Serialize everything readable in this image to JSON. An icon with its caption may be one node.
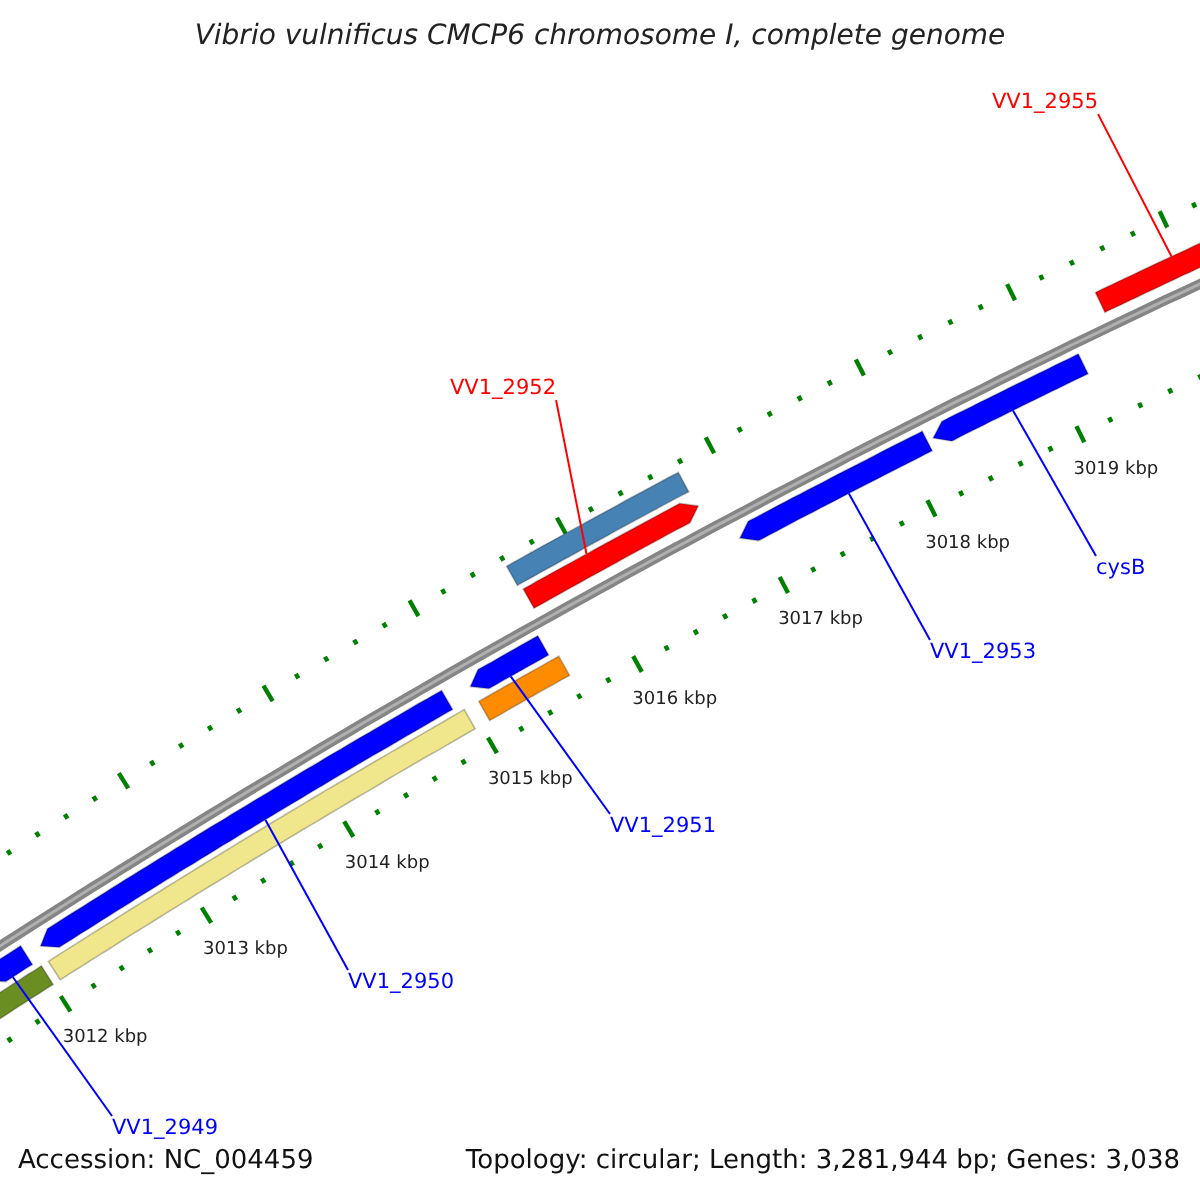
{
  "diagram": {
    "title": "Vibrio vulnificus CMCP6 chromosome I, complete genome",
    "nodes": [
      {
        "text": [
          "VV1_2955"
        ]
      },
      {
        "text": [
          "VV1_2952"
        ]
      },
      {
        "text": [
          "VV1_2953"
        ]
      },
      {
        "text": [
          "cysB"
        ]
      },
      {
        "text": [
          "VV1_2951"
        ]
      },
      {
        "text": [
          "VV1_2950"
        ]
      },
      {
        "text": [
          "VV1_2949"
        ]
      },
      {
        "text": [],
        "shape": "bar"
      },
      {
        "text": [],
        "shape": "bar"
      },
      {
        "text": [],
        "shape": "bar"
      },
      {
        "text": [],
        "shape": "bar"
      },
      {
        "text": [],
        "shape": "bar"
      },
      {
        "text": [],
        "shape": "bar"
      },
      {
        "text": [],
        "shape": "bar"
      },
      {
        "text": [],
        "shape": "bar"
      },
      {
        "text": [],
        "shape": "bar"
      },
      {
        "text": [],
        "shape": "bar"
      },
      {
        "text": [],
        "shape": "bar"
      }
    ],
    "edges": [
      {
        "from": 0,
        "to": 17,
        "arrow": "none",
        "color": "#ff0000"
      },
      {
        "from": 1,
        "to": 14,
        "arrow": "none",
        "color": "#ff0000"
      },
      {
        "from": 2,
        "to": 15,
        "arrow": "none"
      },
      {
        "from": 3,
        "to": 16,
        "arrow": "none"
      },
      {
        "from": 4,
        "to": 11,
        "arrow": "none"
      },
      {
        "from": 5,
        "to": 9,
        "arrow": "none"
      },
      {
        "from": 6,
        "to": 7,
        "arrow": "none"
      }
    ],
    "labels": [
      "3019 kbp",
      "3018 kbp",
      "3017 kbp",
      "3016 kbp",
      "3015 kbp",
      "3014 kbp",
      "3013 kbp",
      "3012 kbp",
      "Accession: NC_004459",
      "Topology: circular; Length: 3,281,944 bp; Genes: 3,038"
    ]
  }
}
